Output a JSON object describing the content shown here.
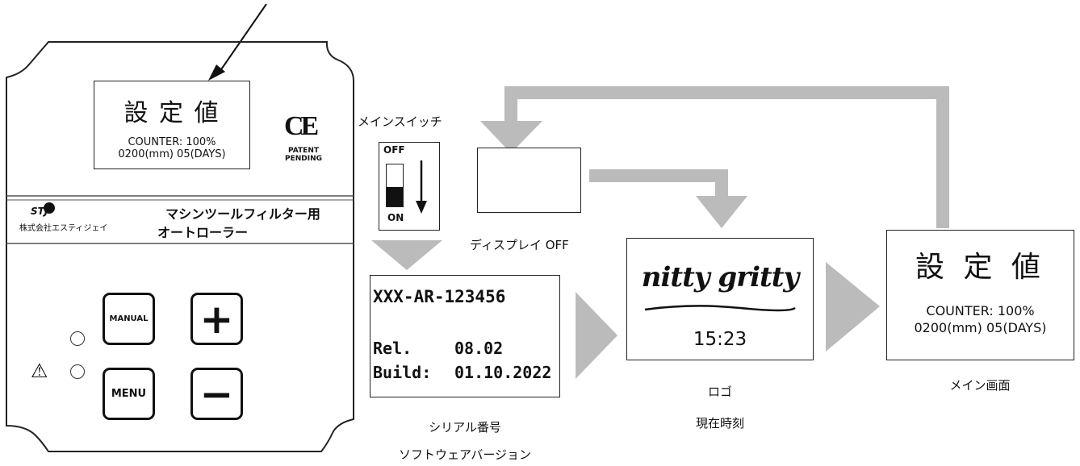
{
  "panel": {
    "display": {
      "title": "設 定 値",
      "line1": "COUNTER: 100%",
      "line2": "0200(mm) 05(DAYS)"
    },
    "ce_mark": "CE",
    "patent": "PATENT",
    "pending": "PENDING",
    "company_logo": "STJ",
    "company_name": "株式会社エスティジェイ",
    "product_line1": "マシンツールフィルター用",
    "product_line2": "オートローラー",
    "buttons": {
      "manual": "MANUAL",
      "menu": "MENU",
      "plus": "+",
      "minus": "−"
    },
    "warning": "⚠"
  },
  "main_switch": {
    "label": "メインスイッチ",
    "off": "OFF",
    "on": "ON"
  },
  "display_off": {
    "label": "ディスプレイ OFF"
  },
  "serial_screen": {
    "serial": "XXX-AR-123456",
    "rel_label": "Rel.",
    "rel_value": "08.02",
    "build_label": "Build:",
    "build_value": "01.10.2022",
    "caption1": "シリアル番号",
    "caption2": "ソフトウェアバージョン"
  },
  "logo_screen": {
    "logo_text": "nitty gritty",
    "time": "15:23",
    "caption1": "ロゴ",
    "caption2": "現在時刻"
  },
  "main_screen": {
    "title": "設 定 値",
    "line1": "COUNTER: 100%",
    "line2": "0200(mm) 05(DAYS)",
    "caption": "メイン画面"
  }
}
